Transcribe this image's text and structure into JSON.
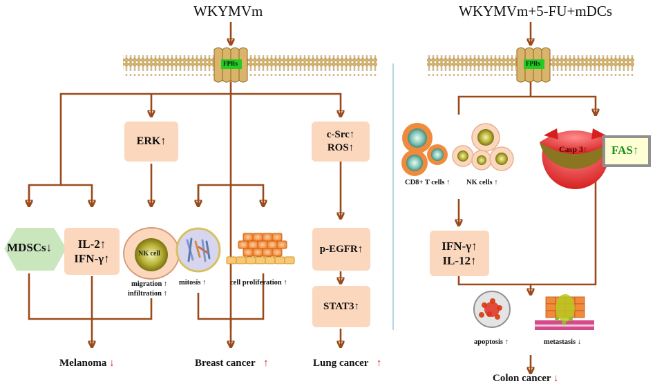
{
  "left_title": "WKYMVm",
  "right_title": "WKYMVm+5-FU+mDCs",
  "receptor_label": "FPRs",
  "nodes": {
    "erk": "ERK↑",
    "csrc": "c-Src↑",
    "ros": "ROS↑",
    "mdscs": "MDSCs↓",
    "il2": "IL-2↑",
    "ifng_left": "IFN-γ↑",
    "nk_cell": "NK cell",
    "pegfr": "p-EGFR↑",
    "stat3": "STAT3↑",
    "casp3": "Casp 3↑",
    "fas": "FAS↑",
    "ifng_right": "IFN-γ↑",
    "il12": "IL-12↑"
  },
  "captions": {
    "migration": "migration ↑",
    "infiltration": "infiltration ↑",
    "mitosis": "mitosis ↑",
    "proliferation": "cell proliferation ↑",
    "cd8": "CD8+ T cells ↑",
    "nk_cells": "NK cells ↑",
    "apoptosis": "apoptosis ↑",
    "metastasis": "metastasis ↓"
  },
  "outcomes": {
    "melanoma": "Melanoma",
    "melanoma_arrow": "↓",
    "breast": "Breast cancer",
    "breast_arrow": "↑",
    "lung": "Lung cancer",
    "lung_arrow": "↑",
    "colon": "Colon cancer",
    "colon_arrow": "↓"
  },
  "colors": {
    "arrow": "#9a4a1a",
    "box_fill": "#fbd7bd",
    "mdsc_fill": "#c9e6bd",
    "receptor_green": "#22cc22",
    "membrane": "#d9b46a",
    "divider": "#9fc8e0",
    "red_mark": "#e0201a",
    "fas_text": "#1a8f1a"
  }
}
